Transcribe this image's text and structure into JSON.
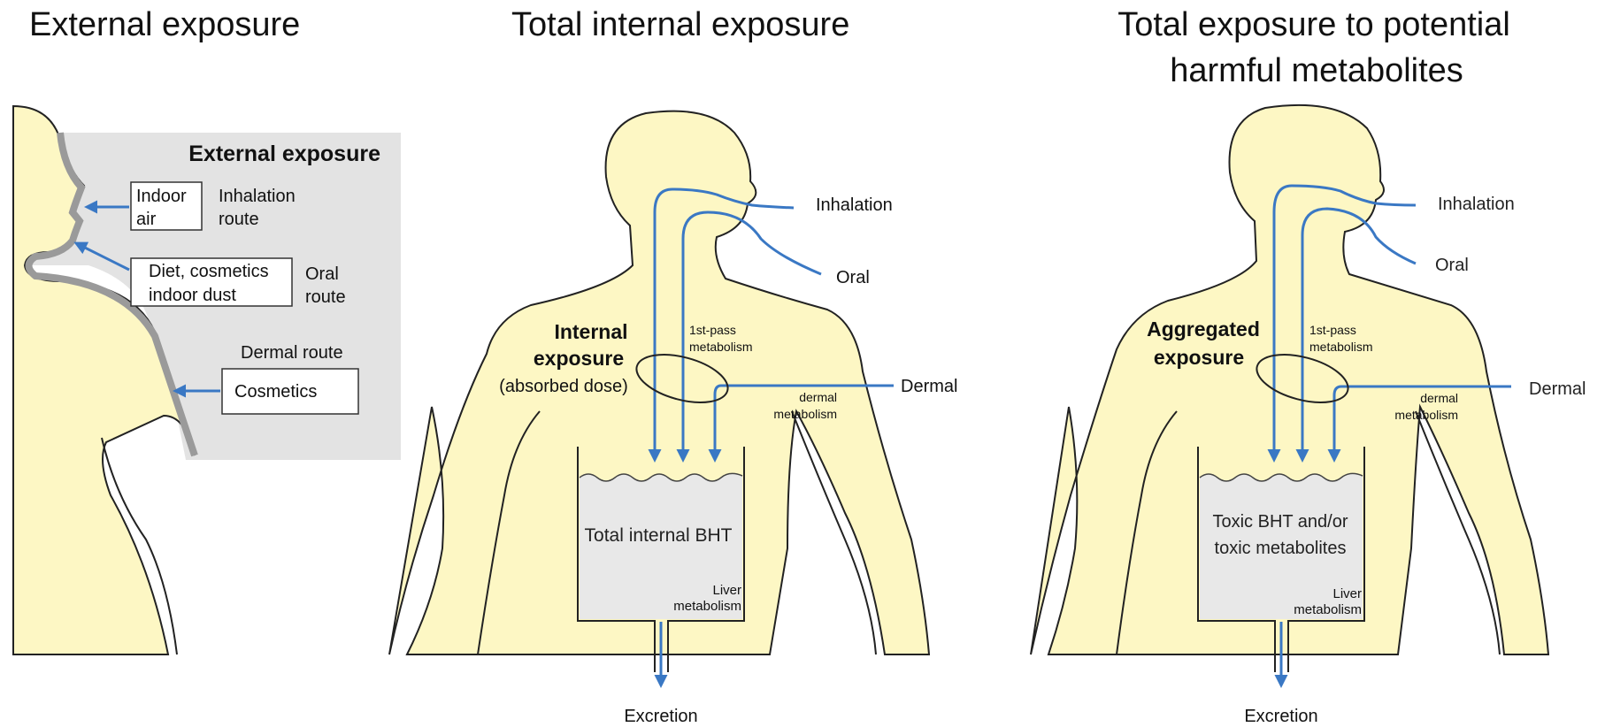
{
  "panels": [
    {
      "title": [
        "External exposure"
      ]
    },
    {
      "title": [
        "Total internal exposure"
      ]
    },
    {
      "title": [
        "Total exposure to potential",
        "harmful metabolites"
      ]
    }
  ],
  "external_panel": {
    "box_title": "External exposure",
    "sources": [
      {
        "box": [
          "Indoor",
          "air"
        ],
        "route": [
          "Inhalation",
          "route"
        ]
      },
      {
        "box": [
          "Diet, cosmetics",
          "indoor dust"
        ],
        "route": [
          "Oral",
          "route"
        ]
      },
      {
        "box": [
          "Cosmetics"
        ],
        "route": [
          "Dermal route"
        ]
      }
    ]
  },
  "internal_panel": {
    "routes": {
      "inhalation": "Inhalation",
      "oral": "Oral",
      "dermal": "Dermal"
    },
    "first_pass": [
      "1st-pass",
      "metabolism"
    ],
    "dermal_metabolism": [
      "dermal",
      "metabolism"
    ],
    "exposure_label": [
      "Internal",
      "exposure",
      "(absorbed dose)"
    ],
    "tank_label": "Total internal BHT",
    "liver": [
      "Liver",
      "metabolism"
    ],
    "excretion": "Excretion"
  },
  "aggregated_panel": {
    "routes": {
      "inhalation": "Inhalation",
      "oral": "Oral",
      "dermal": "Dermal"
    },
    "first_pass": [
      "1st-pass",
      "metabolism"
    ],
    "dermal_metabolism": [
      "dermal",
      "metabolism"
    ],
    "exposure_label": [
      "Aggregated",
      "exposure"
    ],
    "tank_label": [
      "Toxic BHT and/or",
      "toxic metabolites"
    ],
    "liver": [
      "Liver",
      "metabolism"
    ],
    "excretion": "Excretion"
  },
  "colors": {
    "body_fill": "#fdf7c4",
    "arrow_blue": "#3a78c4",
    "grey_panel": "#e3e3e3",
    "tank_fill": "#e8e8e8"
  }
}
